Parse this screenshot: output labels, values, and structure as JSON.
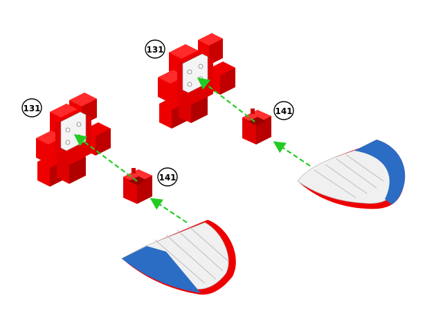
{
  "callouts": {
    "bracket_left": "131",
    "bracket_right": "131",
    "clip_left": "141",
    "clip_right": "141"
  },
  "colors": {
    "red": "#ee0000",
    "red_dark": "#b80000",
    "blue": "#2b6cc4",
    "guide_green": "#22cc22",
    "panel_white": "#f4f4f4"
  }
}
